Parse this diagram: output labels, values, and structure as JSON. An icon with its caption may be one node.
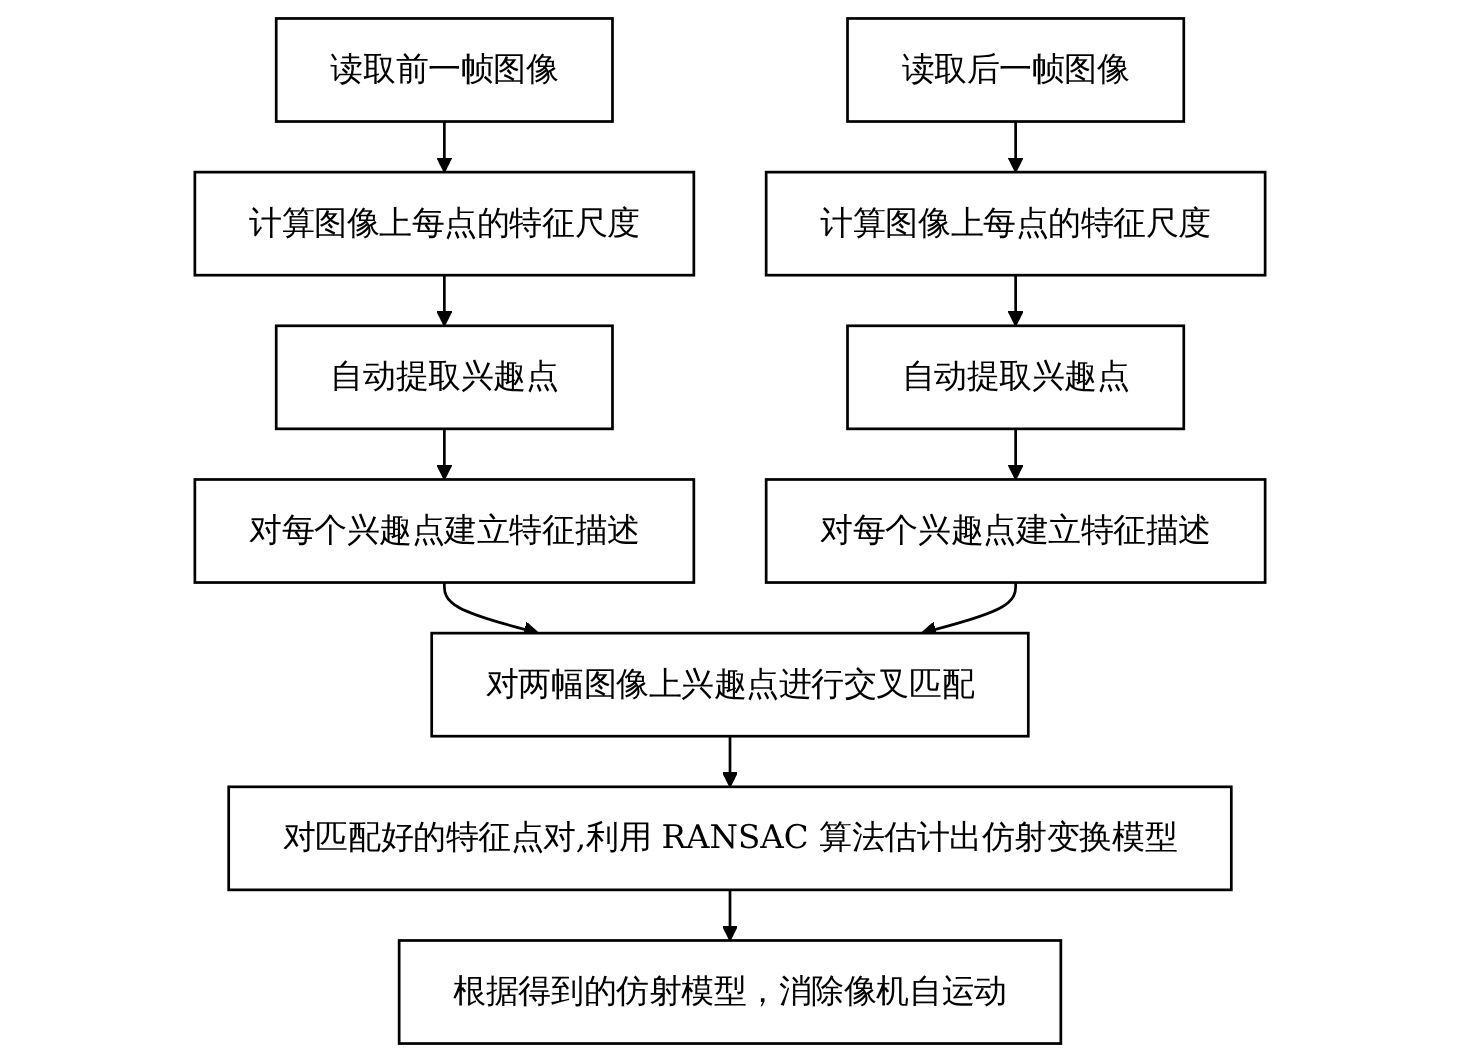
{
  "diagram": {
    "nodes": [
      {
        "text": [
          "读取前一帧图像"
        ]
      },
      {
        "text": [
          "计算图像上每点的特征尺度"
        ]
      },
      {
        "text": [
          "自动提取兴趣点"
        ]
      },
      {
        "text": [
          "对每个兴趣点建立特征描述"
        ]
      },
      {
        "text": [
          "读取后一帧图像"
        ]
      },
      {
        "text": [
          "计算图像上每点的特征尺度"
        ]
      },
      {
        "text": [
          "自动提取兴趣点"
        ]
      },
      {
        "text": [
          "对每个兴趣点建立特征描述"
        ]
      },
      {
        "text": [
          "对两幅图像上兴趣点进行交叉匹配"
        ]
      },
      {
        "text": [
          "对匹配好的特征点对,利用 RANSAC 算法估计出仿射变换模型"
        ]
      },
      {
        "text": [
          "根据得到的仿射模型，消除像机自运动"
        ]
      }
    ],
    "edges": [
      {
        "from": 0,
        "to": 1,
        "arrow": "to"
      },
      {
        "from": 1,
        "to": 2,
        "arrow": "to"
      },
      {
        "from": 2,
        "to": 3,
        "arrow": "to"
      },
      {
        "from": 3,
        "to": 8,
        "arrow": "to"
      },
      {
        "from": 4,
        "to": 5,
        "arrow": "to"
      },
      {
        "from": 5,
        "to": 6,
        "arrow": "to"
      },
      {
        "from": 6,
        "to": 7,
        "arrow": "to"
      },
      {
        "from": 7,
        "to": 8,
        "arrow": "to"
      },
      {
        "from": 8,
        "to": 9,
        "arrow": "to"
      },
      {
        "from": 9,
        "to": 10,
        "arrow": "to"
      }
    ]
  }
}
